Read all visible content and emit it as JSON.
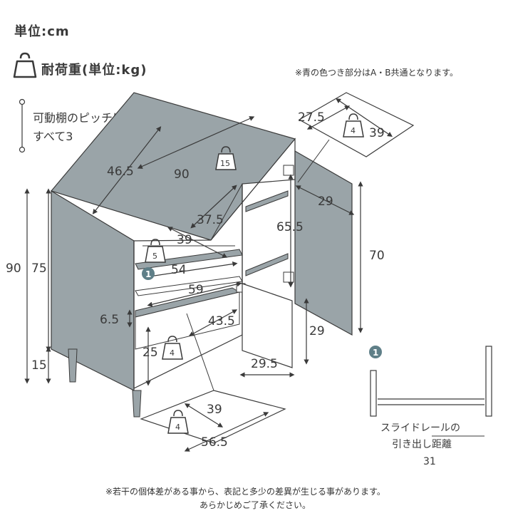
{
  "header": {
    "unit_label": "単位:cm",
    "load_label": "耐荷重(単位:kg)",
    "shared_color_note": "※青の色つき部分はA・B共通となります。"
  },
  "pitch_note": {
    "line1": "可動棚のピッチは",
    "line2": "すべて3"
  },
  "dimensions": {
    "top_depth": "46.5",
    "top_width": "90",
    "height_total": "90",
    "height_body": "75",
    "leg_height": "15",
    "shelf_depth": "37.5",
    "shelf_width_inner": "39",
    "drawer_width_inner": "54",
    "drawer_width_outer": "59",
    "drawer_front_height": "6.5",
    "drawer_inner_depth": "43.5",
    "lower_height": "25",
    "bottom_panel_depth": "39",
    "bottom_panel_width": "56.5",
    "small_shelf_depth": "27.5",
    "small_shelf_width": "39",
    "door_width": "29",
    "door_inner_height": "65.5",
    "door_height": "70",
    "lower_door_height": "29",
    "lower_door_width": "29.5"
  },
  "loads": {
    "top": "15",
    "shelf": "5",
    "drawer": "4",
    "bottom_panel": "4",
    "small_shelf": "4"
  },
  "rail": {
    "marker": "1",
    "label_line1": "スライドレールの",
    "label_line2": "引き出し距離",
    "distance": "31"
  },
  "footer": {
    "line1": "※若干の個体差がある事から、表記と多少の差異が生じる事があります。",
    "line2": "あらかじめご了承ください。"
  },
  "colors": {
    "panel_fill": "#9aa4a8",
    "line": "#3a3a3a",
    "marker_fill": "#5f7f88"
  }
}
